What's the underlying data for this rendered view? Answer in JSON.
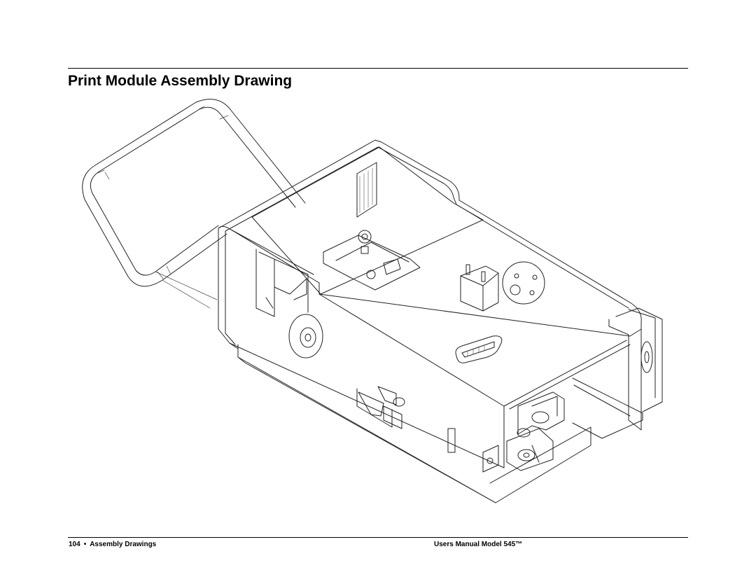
{
  "title": "Print Module Assembly Drawing",
  "figure": {
    "icon": "print-module-assembly-drawing"
  },
  "footer": {
    "page_number": "104",
    "separator": "•",
    "section": "Assembly Drawings",
    "manual": "Users Manual Model 545™"
  }
}
